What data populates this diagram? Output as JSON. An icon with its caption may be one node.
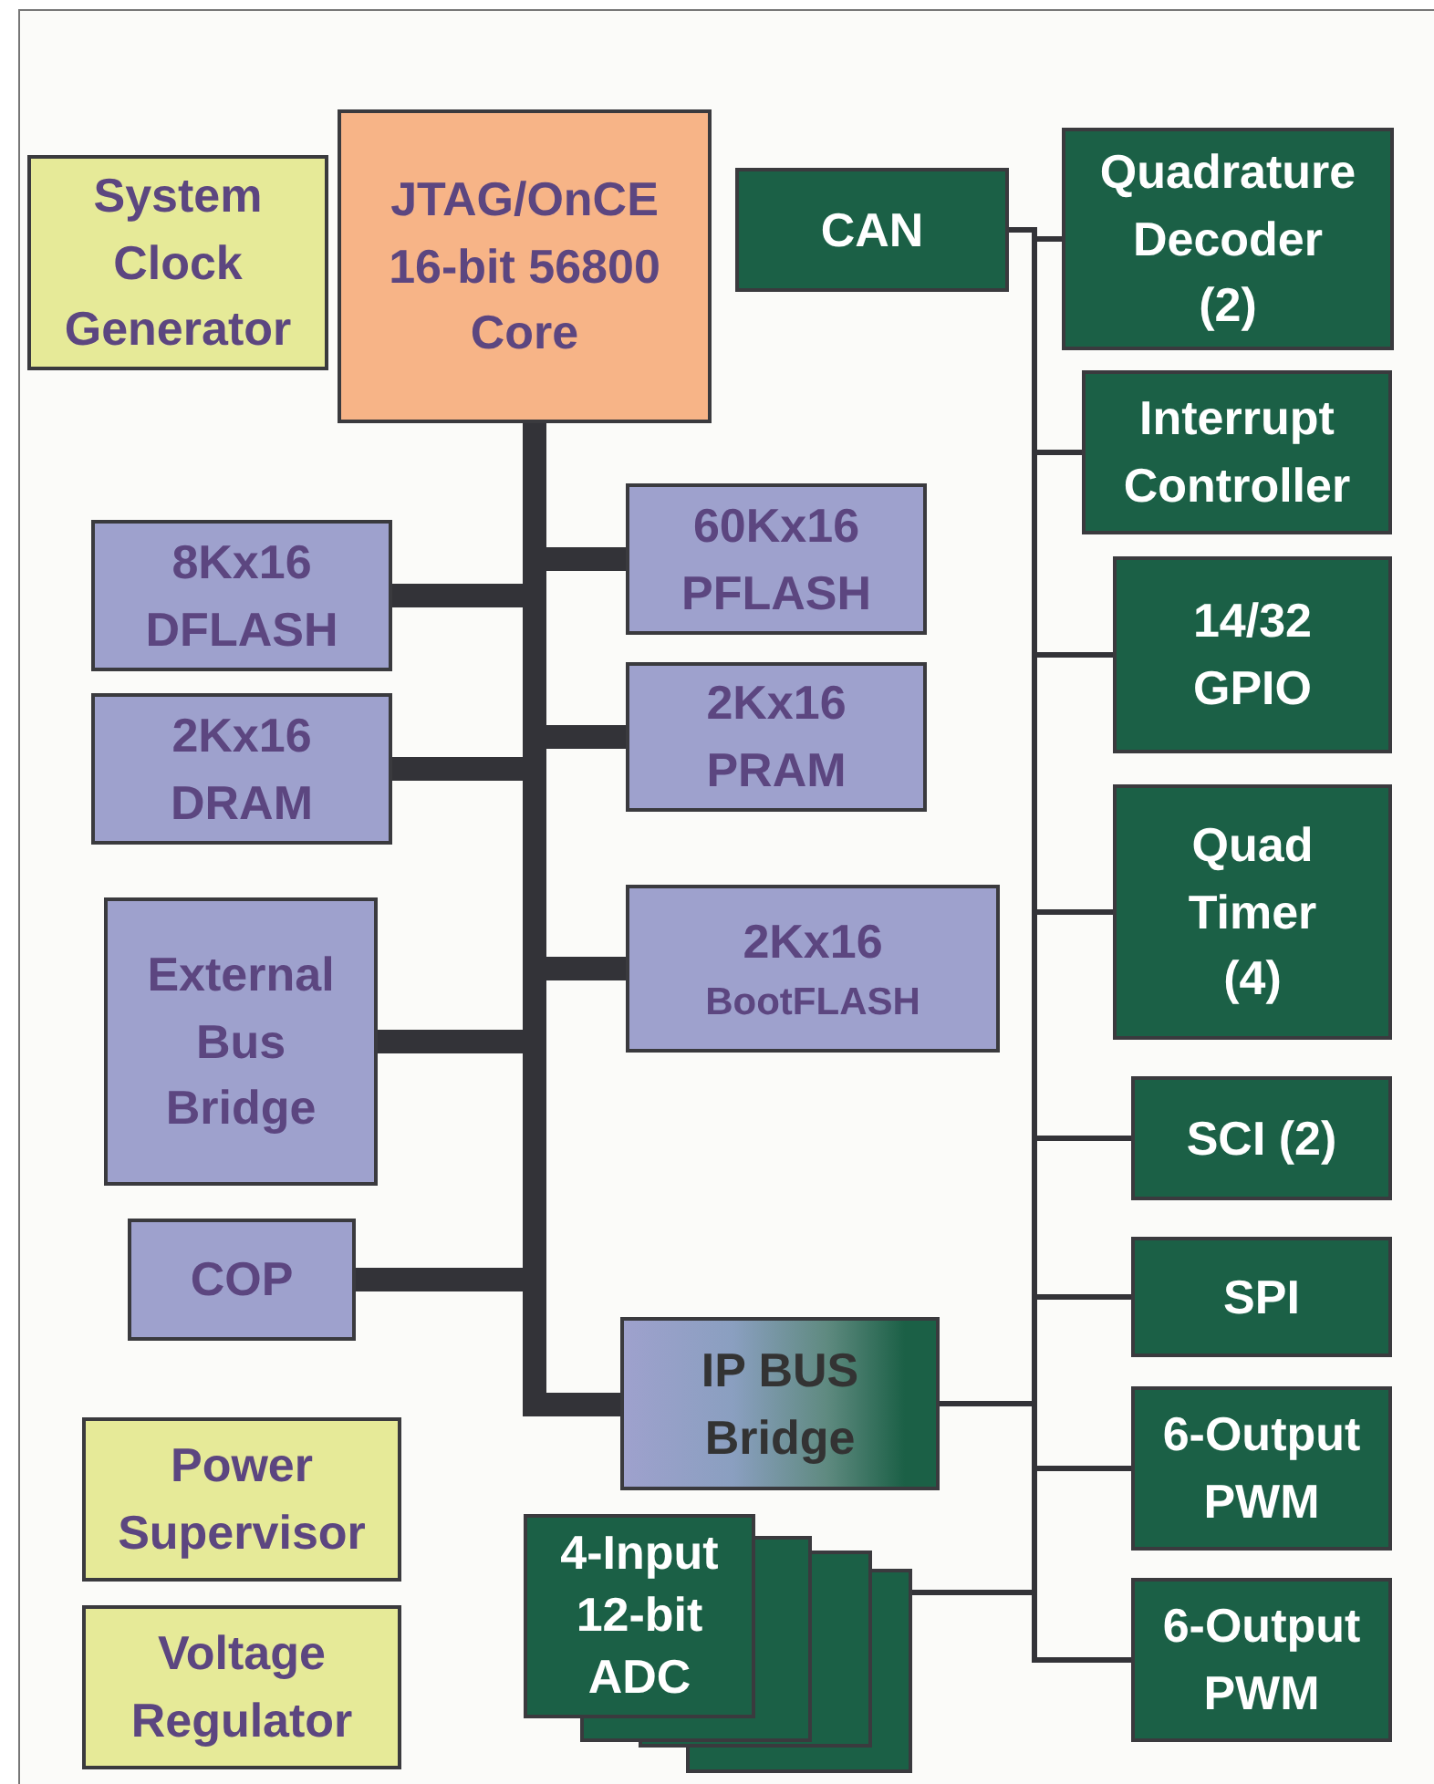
{
  "diagram": {
    "nodes": [
      {
        "text": [
          "System Clock Generator"
        ]
      },
      {
        "text": [
          "JTAG/OnCE 16-bit 56800 Core"
        ]
      },
      {
        "text": [
          "CAN"
        ]
      },
      {
        "text": [
          "Quadrature Decoder (2)"
        ]
      },
      {
        "text": [
          "Interrupt Controller"
        ]
      },
      {
        "text": [
          "14/32 GPIO"
        ]
      },
      {
        "text": [
          "Quad Timer (4)"
        ]
      },
      {
        "text": [
          "SCI (2)"
        ]
      },
      {
        "text": [
          "SPI"
        ]
      },
      {
        "text": [
          "6-Output PWM"
        ]
      },
      {
        "text": [
          "6-Output PWM"
        ]
      },
      {
        "text": [
          "8Kx16 DFLASH"
        ]
      },
      {
        "text": [
          "60Kx16 PFLASH"
        ]
      },
      {
        "text": [
          "2Kx16 PRAM"
        ]
      },
      {
        "text": [
          "2Kx16 DRAM"
        ]
      },
      {
        "text": [
          "External Bus Bridge"
        ]
      },
      {
        "text": [
          "2Kx16",
          "BootFLASH"
        ]
      },
      {
        "text": [
          "COP"
        ]
      },
      {
        "text": [
          "IP BUS Bridge"
        ]
      },
      {
        "text": [
          "Power Supervisor"
        ]
      },
      {
        "text": [
          "Voltage Regulator"
        ]
      },
      {
        "text": [
          "4-Input 12-bit ADC"
        ]
      }
    ],
    "edges": [
      {
        "from": 1,
        "to": 11,
        "arrow": "none",
        "style": "thick"
      },
      {
        "from": 1,
        "to": 12,
        "arrow": "none",
        "style": "thick"
      },
      {
        "from": 1,
        "to": 13,
        "arrow": "none",
        "style": "thick"
      },
      {
        "from": 1,
        "to": 14,
        "arrow": "none",
        "style": "thick"
      },
      {
        "from": 1,
        "to": 15,
        "arrow": "none",
        "style": "thick"
      },
      {
        "from": 1,
        "to": 16,
        "arrow": "none",
        "style": "thick"
      },
      {
        "from": 1,
        "to": 17,
        "arrow": "none",
        "style": "thick"
      },
      {
        "from": 1,
        "to": 18,
        "arrow": "none",
        "style": "thick"
      },
      {
        "from": 18,
        "to": 2,
        "arrow": "none"
      },
      {
        "from": 18,
        "to": 3,
        "arrow": "none"
      },
      {
        "from": 18,
        "to": 4,
        "arrow": "none"
      },
      {
        "from": 18,
        "to": 5,
        "arrow": "none"
      },
      {
        "from": 18,
        "to": 6,
        "arrow": "none"
      },
      {
        "from": 18,
        "to": 7,
        "arrow": "none"
      },
      {
        "from": 18,
        "to": 8,
        "arrow": "none"
      },
      {
        "from": 18,
        "to": 9,
        "arrow": "none"
      },
      {
        "from": 18,
        "to": 10,
        "arrow": "none"
      },
      {
        "from": 18,
        "to": 21,
        "arrow": "none"
      }
    ]
  }
}
